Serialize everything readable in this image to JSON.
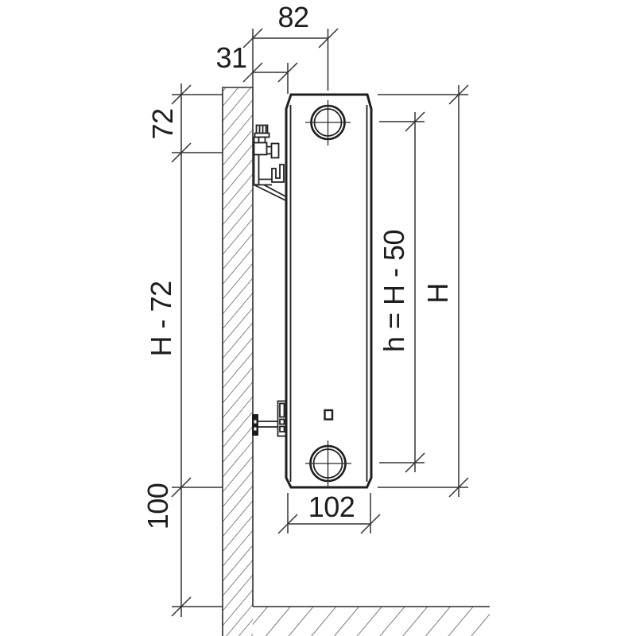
{
  "colors": {
    "background": "#ffffff",
    "line": "#2d2d2d",
    "dimension": "#333333",
    "hatch": "#4f4f4f",
    "text": "#1d1d1d",
    "anchor_fill": "#1c1c1c"
  },
  "dimensions": {
    "wall_to_pipe_axis": "82",
    "wall_to_radiator": "31",
    "top_to_bracket": "72",
    "bracket_to_bottom": "H - 72",
    "bottom_clearance": "100",
    "pipe_axis_spacing": "h = H - 50",
    "radiator_height": "H",
    "radiator_depth": "102"
  }
}
